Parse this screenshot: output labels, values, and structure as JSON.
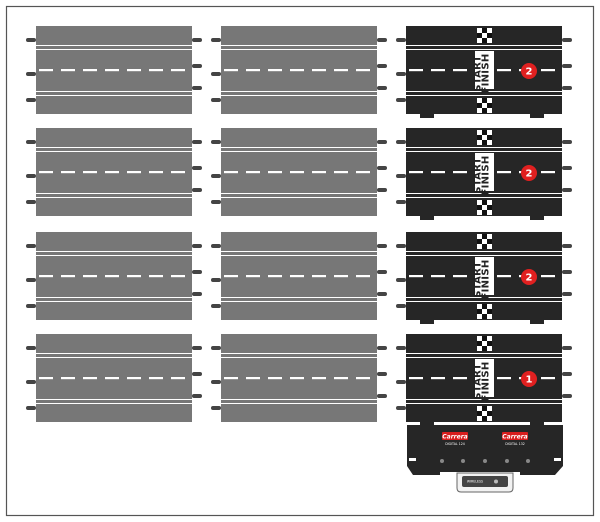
{
  "diagram": {
    "start_finish_label_line1": "START",
    "start_finish_label_line2": "FINISH",
    "lane_change_badges": [
      "2",
      "2",
      "2",
      "1"
    ],
    "control_unit": {
      "logo_left": "Carrera",
      "logo_left_sub": "DIGITAL 124",
      "logo_right": "Carrera",
      "logo_right_sub": "DIGITAL 132",
      "bottom_label": "WIRELESS"
    },
    "colors": {
      "straight_track": "#777777",
      "start_track": "#262626",
      "badge": "#e02020",
      "logo_red": "#d81e1e",
      "frame": "#555555"
    }
  }
}
